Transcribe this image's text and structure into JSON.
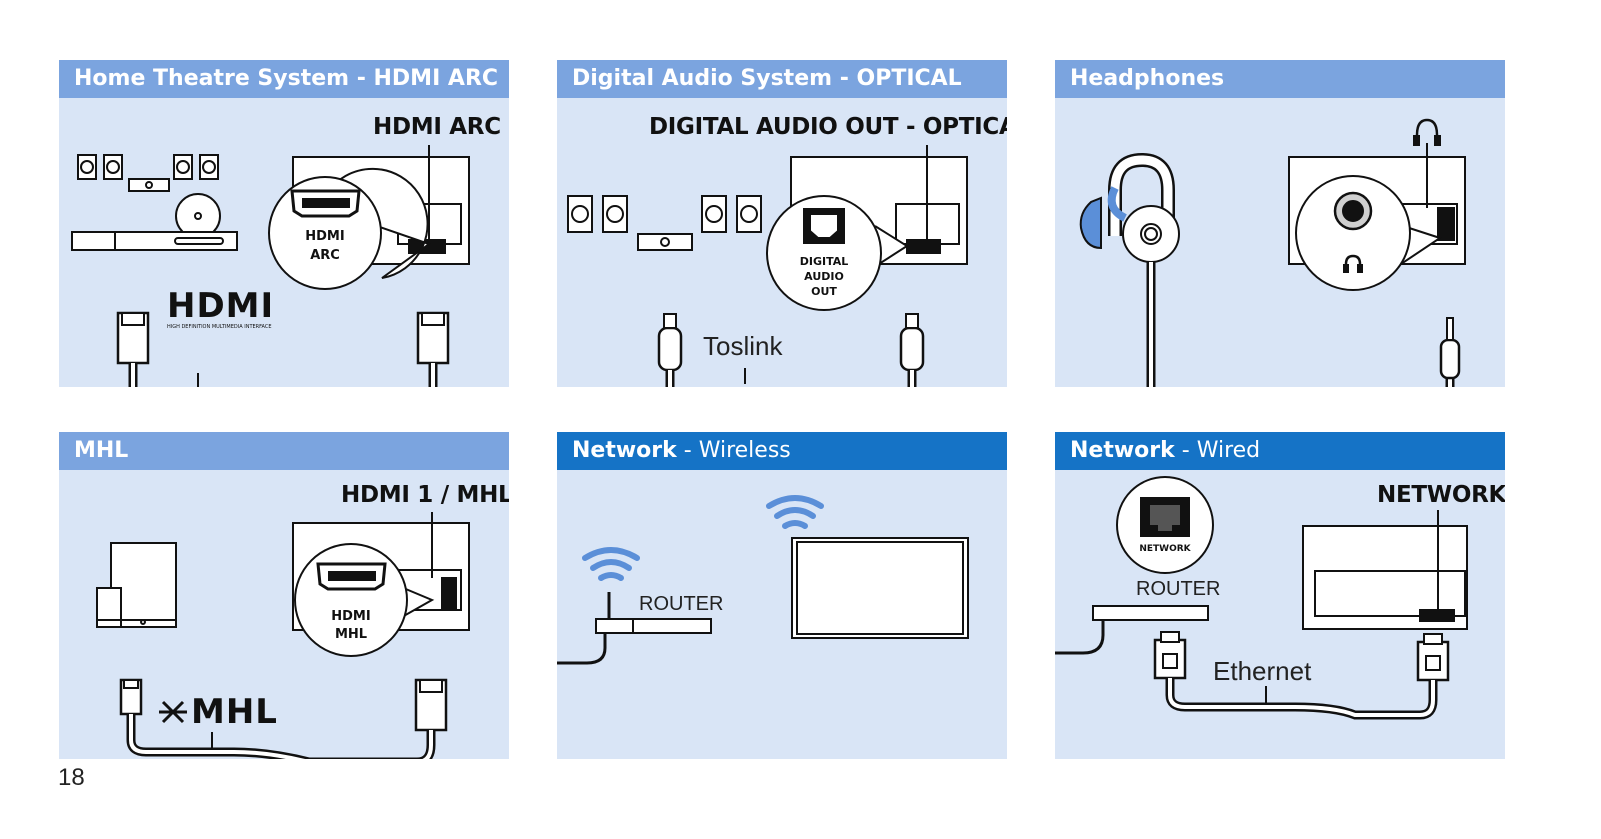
{
  "colors": {
    "panel_bg": "#d9e5f6",
    "header_light": "#7ba4df",
    "header_dark": "#1573c6",
    "accent_blue": "#5b8fd8"
  },
  "page_number": "18",
  "panels": [
    {
      "title": "Home Theatre System - HDMI ARC",
      "port_label": "HDMI ARC",
      "zoom_label_1": "HDMI",
      "zoom_label_2": "ARC",
      "logo": "HDMI",
      "logo_sub": "HIGH DEFINITION MULTIMEDIA INTERFACE"
    },
    {
      "title": "Digital Audio System - OPTICAL",
      "port_label": "DIGITAL AUDIO OUT - OPTICAL",
      "zoom_label_1": "DIGITAL",
      "zoom_label_2": "AUDIO",
      "zoom_label_3": "OUT",
      "cable_label": "Toslink"
    },
    {
      "title": "Headphones"
    },
    {
      "title": "MHL",
      "port_label": "HDMI 1 / MHL",
      "zoom_label_1": "HDMI",
      "zoom_label_2": "MHL",
      "logo": "MHL"
    },
    {
      "title_bold": "Network",
      "title_light": " - Wireless",
      "router_label": "ROUTER"
    },
    {
      "title_bold": "Network",
      "title_light": " - Wired",
      "port_label": "NETWORK",
      "zoom_label": "NETWORK",
      "router_label": "ROUTER",
      "cable_label": "Ethernet"
    }
  ]
}
